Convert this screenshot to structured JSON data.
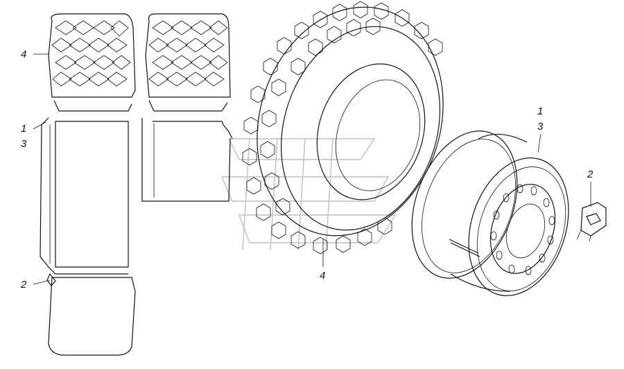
{
  "callouts": {
    "left_4": "4",
    "left_1": "1",
    "left_3": "3",
    "left_2": "2",
    "center_4": "4",
    "right_1": "1",
    "right_3": "3",
    "right_2": "2"
  }
}
